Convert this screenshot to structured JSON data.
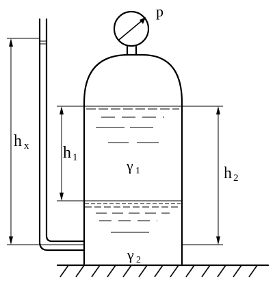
{
  "labels": {
    "pressure": "p",
    "h_x": "h",
    "h_x_sub": "x",
    "h_1": "h",
    "h_1_sub": "1",
    "h_2": "h",
    "h_2_sub": "2",
    "gamma_1": "γ",
    "gamma_1_sub": "1",
    "gamma_2": "γ",
    "gamma_2_sub": "2"
  },
  "gauge": {
    "icon": "pressure-gauge-icon"
  },
  "colors": {
    "ink": "#000000",
    "background": "#ffffff"
  }
}
